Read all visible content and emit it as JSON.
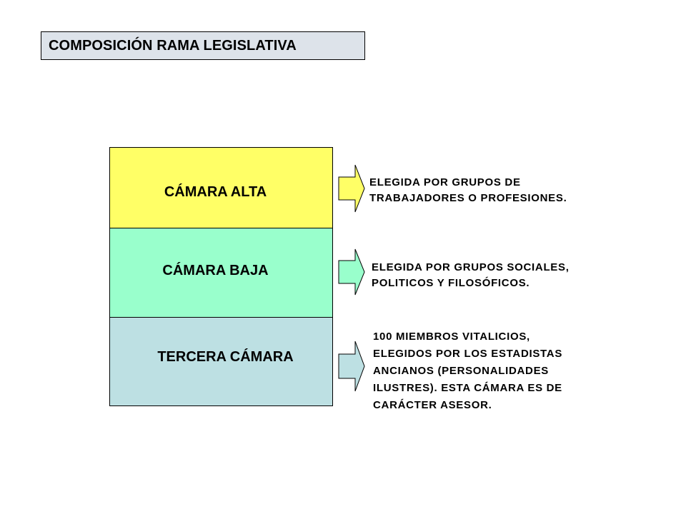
{
  "title": "COMPOSICIÓN RAMA LEGISLATIVA",
  "chambers": [
    {
      "label": "CÁMARA ALTA",
      "color": "#ffff66",
      "description_lines": [
        "ELEGIDA POR GRUPOS DE",
        "TRABAJADORES O PROFESIONES."
      ]
    },
    {
      "label": "CÁMARA BAJA",
      "color": "#99ffcc",
      "description_lines": [
        "ELEGIDA POR GRUPOS SOCIALES,",
        "POLITICOS Y FILOSÓFICOS."
      ]
    },
    {
      "label": "TERCERA CÁMARA",
      "color": "#bde0e3",
      "description_lines": [
        "100 MIEMBROS VITALICIOS,",
        "ELEGIDOS POR LOS ESTADISTAS",
        "ANCIANOS (PERSONALIDADES",
        "ILUSTRES). ESTA CÁMARA ES DE",
        "CARÁCTER ASESOR."
      ]
    }
  ],
  "colors": {
    "title_background": "#dde3ea",
    "border": "#000000"
  },
  "icons": [
    "right-block-arrow-icon"
  ]
}
